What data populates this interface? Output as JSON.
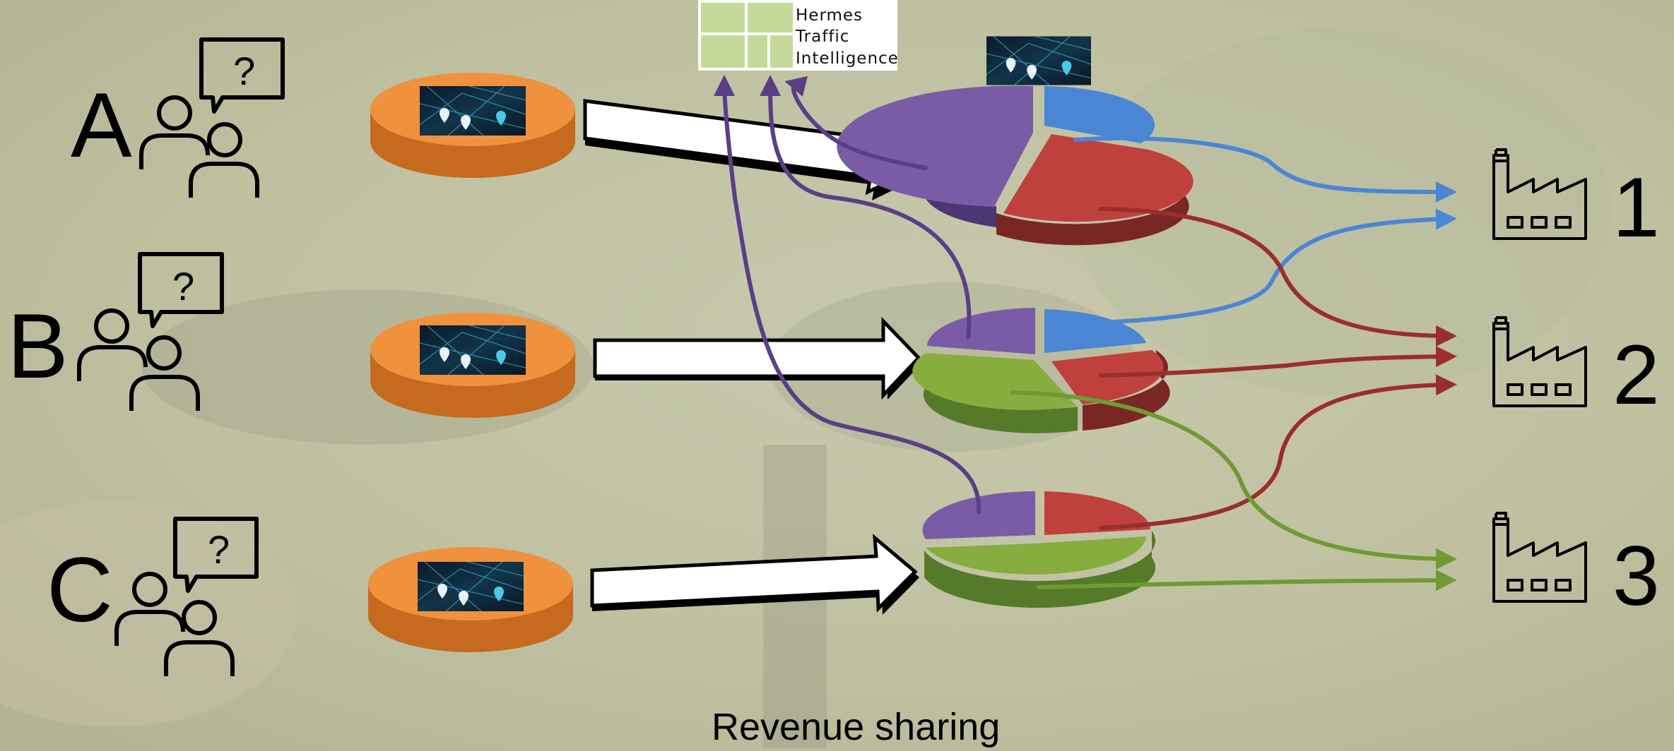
{
  "users": [
    {
      "letter": "A",
      "question_mark": "?"
    },
    {
      "letter": "B",
      "question_mark": "?"
    },
    {
      "letter": "C",
      "question_mark": "?"
    }
  ],
  "factories": [
    {
      "number": "1"
    },
    {
      "number": "2"
    },
    {
      "number": "3"
    }
  ],
  "logo": {
    "line1": "Hermes",
    "line2": "Traffic",
    "line3": "Intelligence"
  },
  "caption": "Revenue sharing",
  "colors": {
    "disc_orange": "#f0913e",
    "purple_share": "#7a5ca6",
    "blue_share": "#4a86d4",
    "red_share": "#c0403d",
    "green_share": "#86ad3e",
    "logo_green": "#c5da9a",
    "map_tile": "#0f2233"
  },
  "icons": [
    "person-pair-icon",
    "speech-bubble-icon",
    "map-pins-icon",
    "factory-icon",
    "arrow-icon",
    "pie-chart-icon"
  ]
}
